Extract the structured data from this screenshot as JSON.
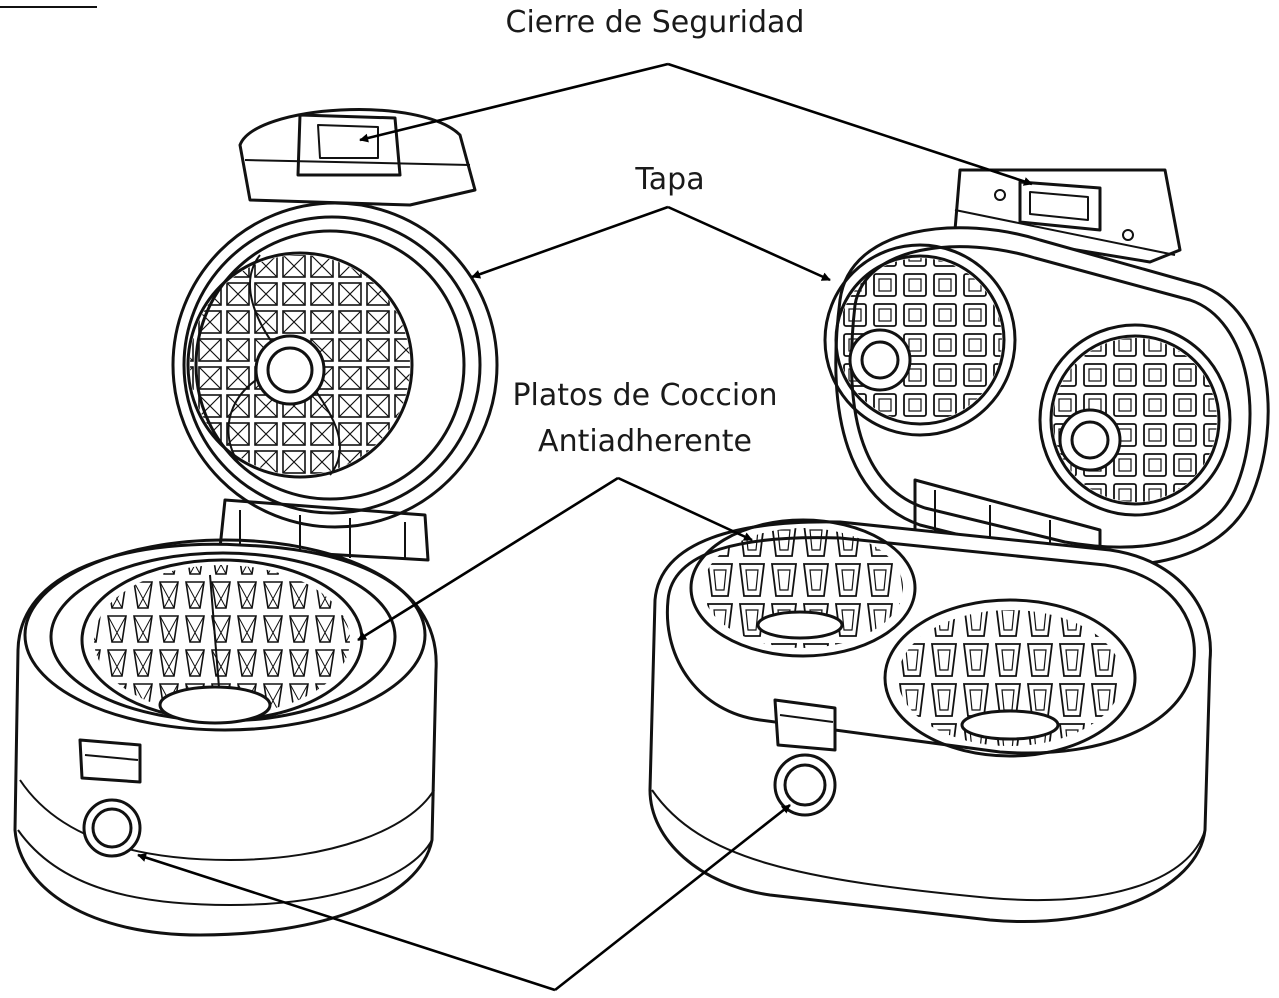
{
  "labels": {
    "safety_lock": "Cierre de Seguridad",
    "lid": "Tapa",
    "plates_line1": "Platos de Coccion",
    "plates_line2": "Antiadherente"
  }
}
